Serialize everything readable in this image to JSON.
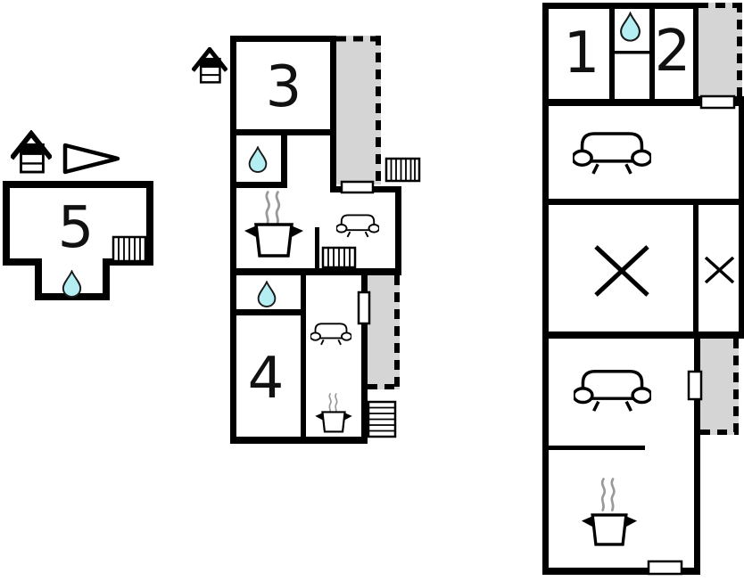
{
  "floor_plan": {
    "kind": "vacation-house-floor-plan",
    "buildings": [
      {
        "id": "annex-building",
        "rooms": [
          {
            "label": "5",
            "features": [
              "stairs"
            ]
          }
        ],
        "annex_features": [
          "shower-drop"
        ],
        "outside_icons": [
          "house-chimney",
          "wind-pennant"
        ]
      },
      {
        "id": "middle-building",
        "rooms": [
          {
            "label": "3"
          },
          {
            "label": "4"
          }
        ],
        "features": [
          "shower-drop",
          "shower-drop",
          "stove-pot",
          "stove-pot",
          "sofa",
          "sofa",
          "radiator",
          "terrace",
          "terrace",
          "door",
          "door"
        ],
        "outside_icons": [
          "house-chimney",
          "stairs",
          "stairs"
        ]
      },
      {
        "id": "main-building",
        "rooms": [
          {
            "label": "1"
          },
          {
            "label": "2"
          }
        ],
        "features": [
          "shower-drop",
          "sofa",
          "sofa",
          "stove-pot",
          "cross-mark",
          "cross-mark",
          "terrace",
          "terrace",
          "door",
          "door",
          "door"
        ]
      }
    ],
    "colors": {
      "wall": "#000000",
      "terrace_fill": "#d5d5d5",
      "water_drop_fill": "#b5eef2",
      "water_drop_outline": "#1a1a1a",
      "steam": "#999999",
      "background": "#ffffff"
    }
  }
}
